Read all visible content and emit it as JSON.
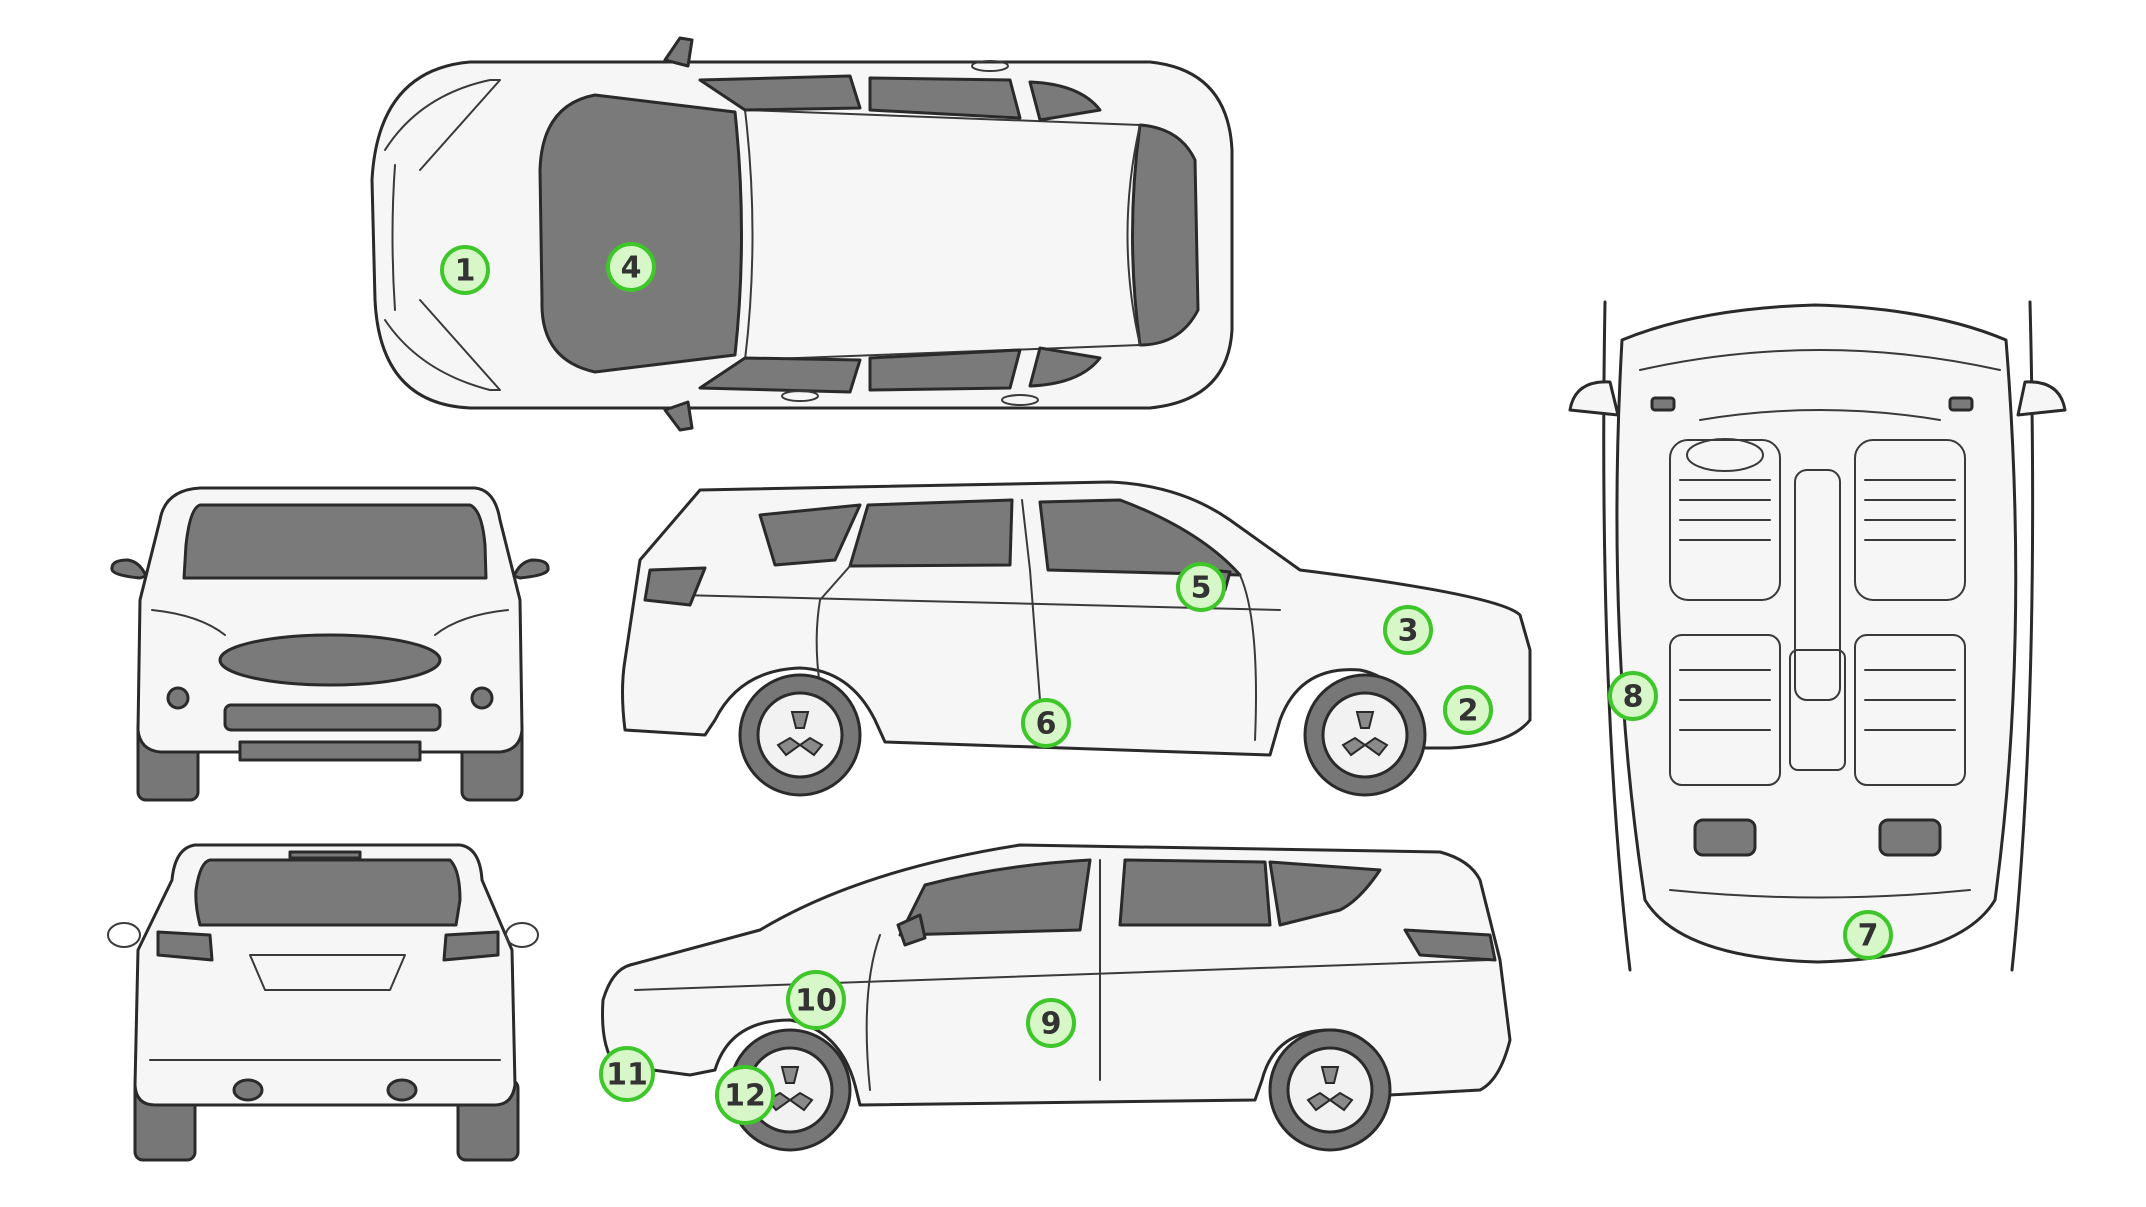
{
  "callouts": [
    {
      "id": "callout-1",
      "label": "1"
    },
    {
      "id": "callout-2",
      "label": "2"
    },
    {
      "id": "callout-3",
      "label": "3"
    },
    {
      "id": "callout-4",
      "label": "4"
    },
    {
      "id": "callout-5",
      "label": "5"
    },
    {
      "id": "callout-6",
      "label": "6"
    },
    {
      "id": "callout-7",
      "label": "7"
    },
    {
      "id": "callout-8",
      "label": "8"
    },
    {
      "id": "callout-9",
      "label": "9"
    },
    {
      "id": "callout-10",
      "label": "10"
    },
    {
      "id": "callout-11",
      "label": "11"
    },
    {
      "id": "callout-12",
      "label": "12"
    }
  ],
  "colors": {
    "callout_fill": "#d8f7c8",
    "callout_stroke": "#3fc62b",
    "glass": "#7a7a7a",
    "body": "#f6f6f6",
    "outline": "#2a2a2a"
  }
}
